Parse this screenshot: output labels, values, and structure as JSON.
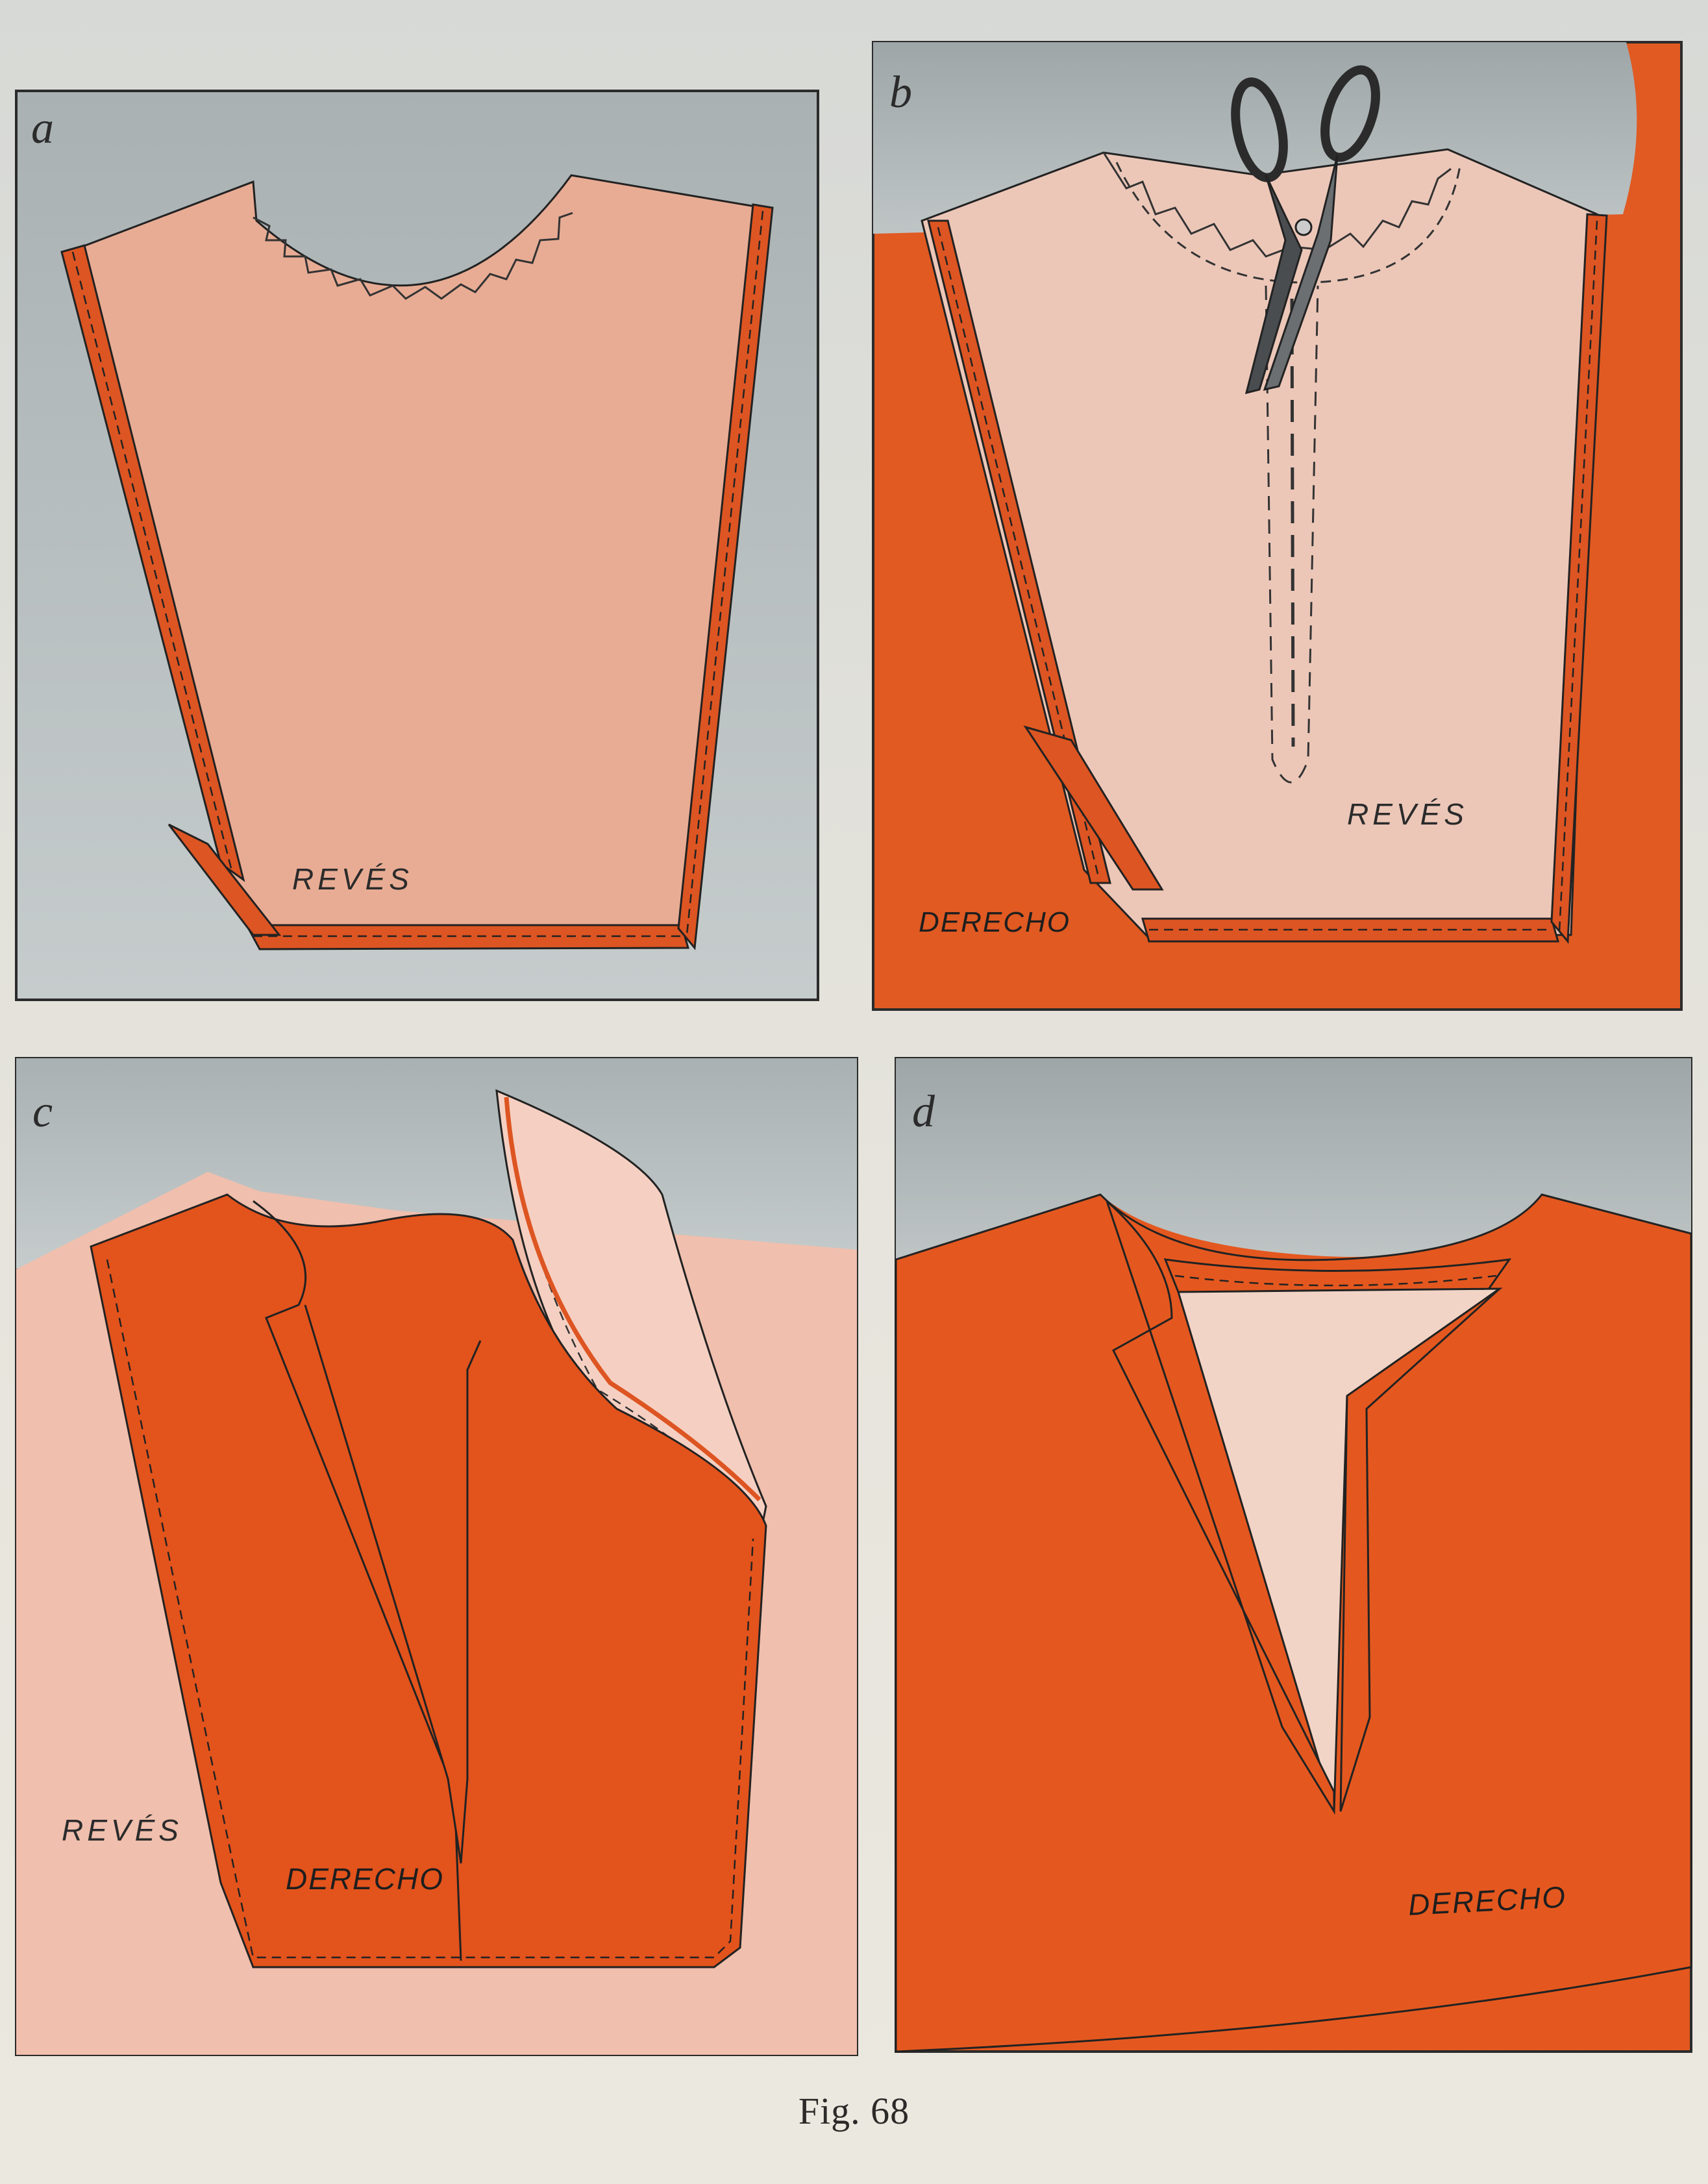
{
  "caption": "Fig. 68",
  "panels": {
    "a": {
      "letter": "a",
      "labels": [
        "REVÉS"
      ]
    },
    "b": {
      "letter": "b",
      "labels": [
        "REVÉS",
        "DERECHO"
      ]
    },
    "c": {
      "letter": "c",
      "labels": [
        "REVÉS",
        "DERECHO"
      ]
    },
    "d": {
      "letter": "d",
      "labels": [
        "DERECHO"
      ]
    }
  },
  "colors": {
    "fabric_right_side": "#e3531c",
    "fabric_reverse_side": "#ecc7b8",
    "background_sky": "#a9b1b3",
    "outline": "#222222"
  },
  "icons": [
    "scissors-icon"
  ]
}
